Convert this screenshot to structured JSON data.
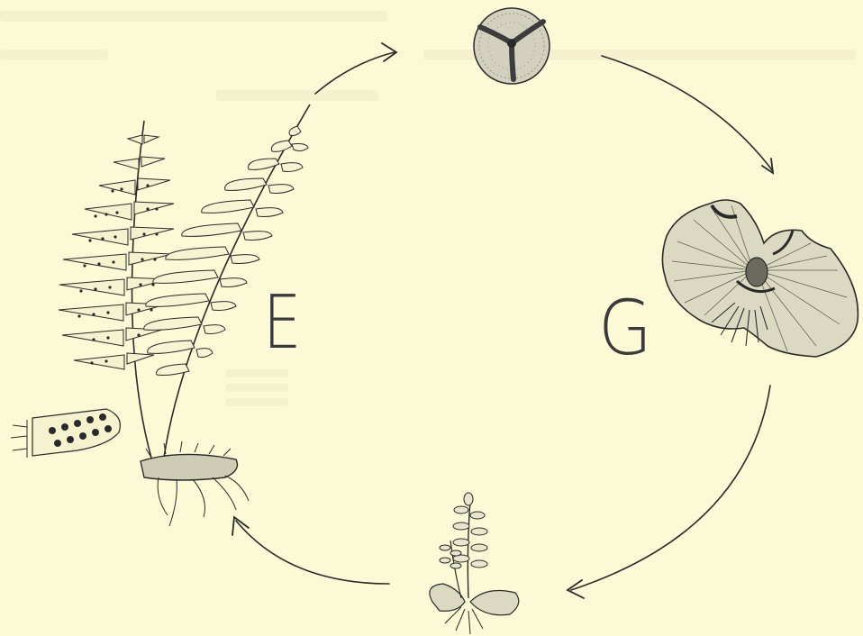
{
  "labels": {
    "sporophyte_stage": "E",
    "gametophyte_stage": "G"
  },
  "illustrations": [
    "fern-sporophyte-illustration",
    "sorus-detail-illustration",
    "spore-illustration",
    "prothallus-illustration",
    "young-sporophyte-illustration"
  ],
  "colors": {
    "paper": "#fcf9d6",
    "ink": "#2a2a2a",
    "label": "#3a3a3a"
  }
}
